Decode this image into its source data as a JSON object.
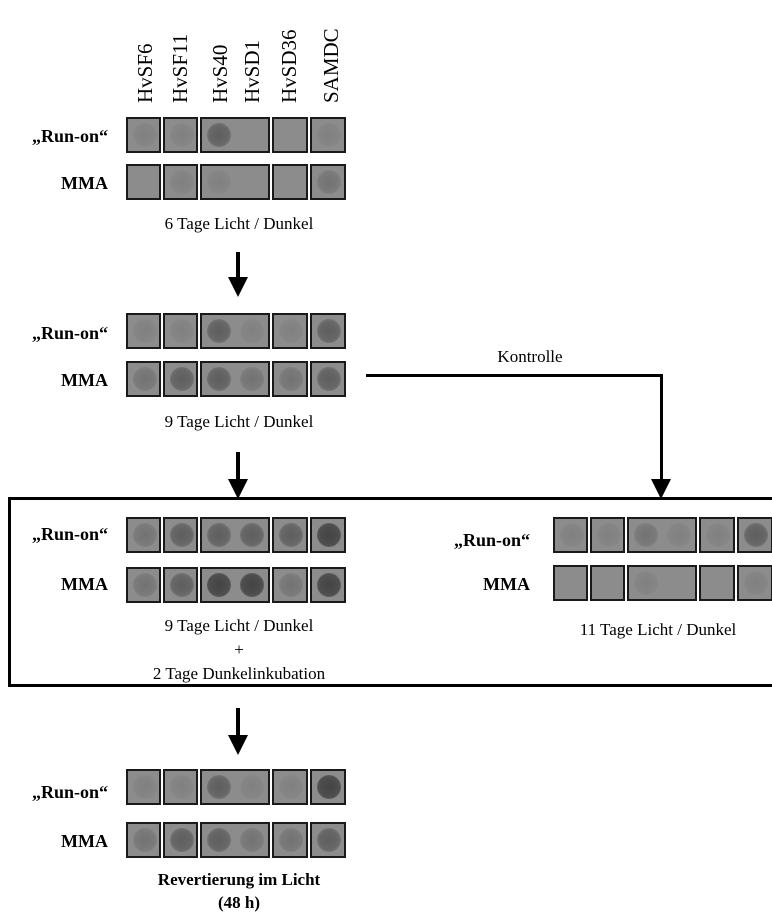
{
  "columns": [
    "HvSF6",
    "HvSF11",
    "HvS40",
    "HvSD1",
    "HvSD36",
    "SAMDC"
  ],
  "row_labels": {
    "run_on": "„Run-on“",
    "mma": "MMA"
  },
  "captions": {
    "c1": "6 Tage Licht / Dunkel",
    "c2": "9 Tage Licht / Dunkel",
    "c3_line1": "9 Tage Licht / Dunkel",
    "c3_plus": "+",
    "c3_line2": "2 Tage Dunkelinkubation",
    "c4": "11 Tage Licht / Dunkel",
    "c5_line1": "Revertierung im Licht",
    "c5_line2": "(48 h)"
  },
  "control_label": "Kontrolle",
  "colors": {
    "membrane": "#8c8c8c",
    "panel_border": "#1a1a1a",
    "line": "#000000"
  }
}
